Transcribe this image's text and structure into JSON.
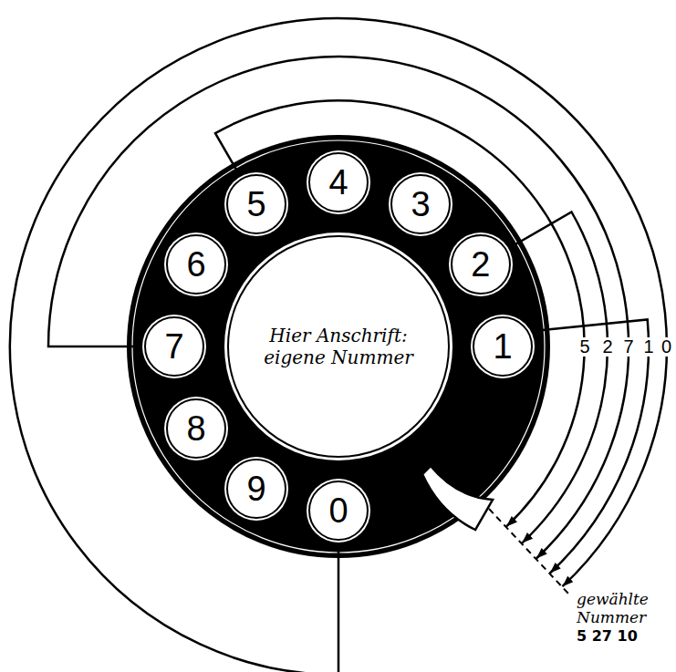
{
  "diagram": {
    "nodes": [
      {
        "text": [
          "Hier Anschrift: eigene Nummer"
        ]
      },
      {
        "text": [
          "1"
        ]
      },
      {
        "text": [
          "2"
        ]
      },
      {
        "text": [
          "3"
        ]
      },
      {
        "text": [
          "4"
        ]
      },
      {
        "text": [
          "5"
        ]
      },
      {
        "text": [
          "6"
        ]
      },
      {
        "text": [
          "7"
        ]
      },
      {
        "text": [
          "8"
        ]
      },
      {
        "text": [
          "9"
        ]
      },
      {
        "text": [
          "0"
        ]
      }
    ],
    "labels": [
      "5",
      "2",
      "7",
      "1",
      "0",
      "gewählte Nummer",
      "5 27 10"
    ]
  }
}
